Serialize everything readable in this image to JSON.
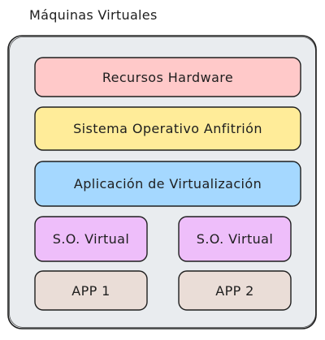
{
  "title": "Máquinas Virtuales",
  "layers": {
    "hardware": {
      "label": "Recursos Hardware",
      "color": "#ffc9c9"
    },
    "host_os": {
      "label": "Sistema Operativo Anfitrión",
      "color": "#ffec99"
    },
    "virtualization": {
      "label": "Aplicación de Virtualización",
      "color": "#a5d8ff"
    },
    "guest_os_1": {
      "label": "S.O. Virtual",
      "color": "#eebefa"
    },
    "guest_os_2": {
      "label": "S.O. Virtual",
      "color": "#eebefa"
    },
    "app_1": {
      "label": "APP 1",
      "color": "#eaddd7"
    },
    "app_2": {
      "label": "APP 2",
      "color": "#eaddd7"
    }
  },
  "container": {
    "color": "#e9ecef"
  }
}
